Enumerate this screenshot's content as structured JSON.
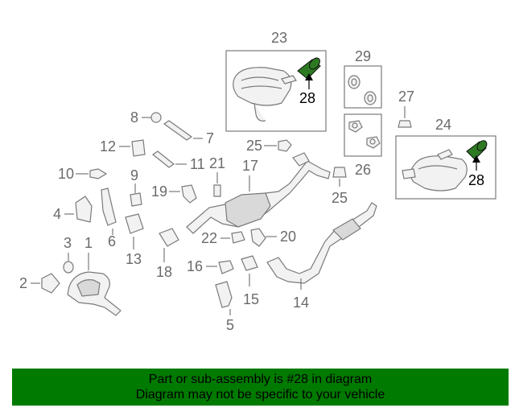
{
  "callouts": {
    "c1": "1",
    "c2": "2",
    "c3": "3",
    "c4": "4",
    "c5": "5",
    "c6": "6",
    "c7": "7",
    "c8": "8",
    "c9": "9",
    "c10": "10",
    "c11": "11",
    "c12": "12",
    "c13": "13",
    "c14": "14",
    "c15": "15",
    "c16": "16",
    "c17": "17",
    "c18": "18",
    "c19": "19",
    "c20": "20",
    "c21": "21",
    "c22": "22",
    "c23": "23",
    "c24": "24",
    "c25a": "25",
    "c25b": "25",
    "c26": "26",
    "c27": "27",
    "c28a": "28",
    "c28b": "28",
    "c29": "29"
  },
  "banner": {
    "line1": "Part or sub-assembly is #28 in diagram",
    "line2": "Diagram may not be specific to your vehicle"
  },
  "colors": {
    "highlight": "#2d7a23",
    "banner_bg": "#007a00",
    "line": "#7a7a7a"
  }
}
